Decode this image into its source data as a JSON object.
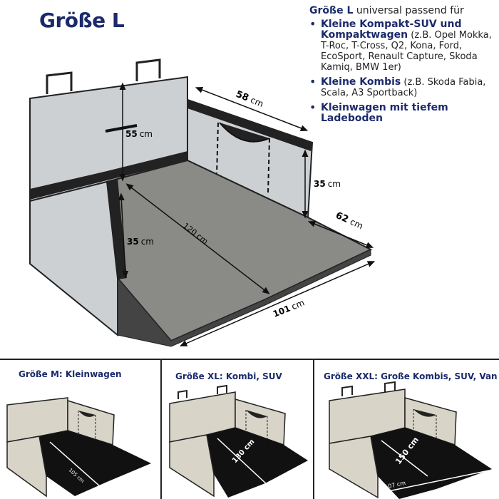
{
  "title": "Größe L",
  "info": {
    "intro_bold": "Größe L",
    "intro_rest": " universal passend für",
    "items": [
      {
        "highlight": "Kleine Kompakt-SUV und Kompaktwagen",
        "detail": " (z.B. Opel Mokka, T-Roc, T-Cross, Q2, Kona, Ford, EcoSport, Renault Capture, Skoda Kamiq, BMW 1er)"
      },
      {
        "highlight": "Kleine Kombis",
        "detail": " (z.B. Skoda Fabia, Scala, A3 Sportback)"
      },
      {
        "highlight": "Kleinwagen mit tiefem Ladeboden",
        "detail": ""
      }
    ]
  },
  "dimensions": {
    "back_height": {
      "value": "55",
      "unit": "cm"
    },
    "top_width": {
      "value": "58",
      "unit": "cm"
    },
    "side_height_right": {
      "value": "35",
      "unit": "cm"
    },
    "side_depth": {
      "value": "62",
      "unit": "cm"
    },
    "side_height_left": {
      "value": "35",
      "unit": "cm"
    },
    "length": {
      "value": "120",
      "unit": "cm"
    },
    "bottom_width": {
      "value": "101",
      "unit": "cm"
    }
  },
  "sizes": [
    {
      "label": "Größe M: Kleinwagen",
      "length": "105 cm"
    },
    {
      "label": "Größe XL: Kombi, SUV",
      "length": "130 cm"
    },
    {
      "label": "Größe XXL: Große Kombis, SUV, Van",
      "length": "150 cm",
      "width": "107 cm"
    }
  ],
  "colors": {
    "title": "#1b2a6b",
    "panel": "#cdd0d3",
    "floor": "#8a8a87",
    "small_panel": "#d8d4c8"
  }
}
